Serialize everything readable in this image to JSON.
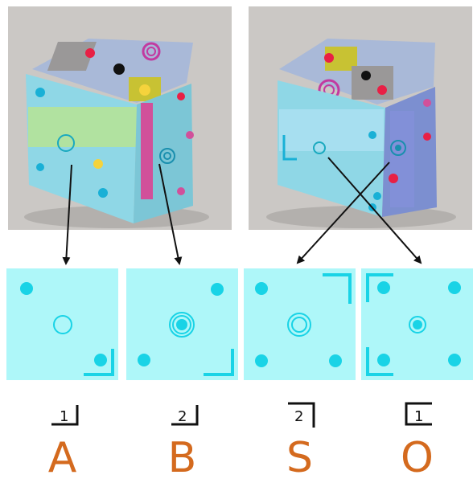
{
  "colors": {
    "tile_bg": "#aef7f9",
    "mark": "#19d3e6",
    "letter": "#d46a1e",
    "arrow": "#111111",
    "photo_bg": "#c9c6c3"
  },
  "tiles": [
    {
      "code": "1",
      "letter": "A",
      "center_mark": "single-ring-icon",
      "corner": "bottom-right"
    },
    {
      "code": "2",
      "letter": "B",
      "center_mark": "triple-ring-dot-icon",
      "corner": "bottom-right"
    },
    {
      "code": "2",
      "letter": "S",
      "center_mark": "double-ring-icon",
      "corner": "top-right"
    },
    {
      "code": "1",
      "letter": "O",
      "center_mark": "ring-dot-icon",
      "corner": "top-left-bottom-left"
    }
  ]
}
